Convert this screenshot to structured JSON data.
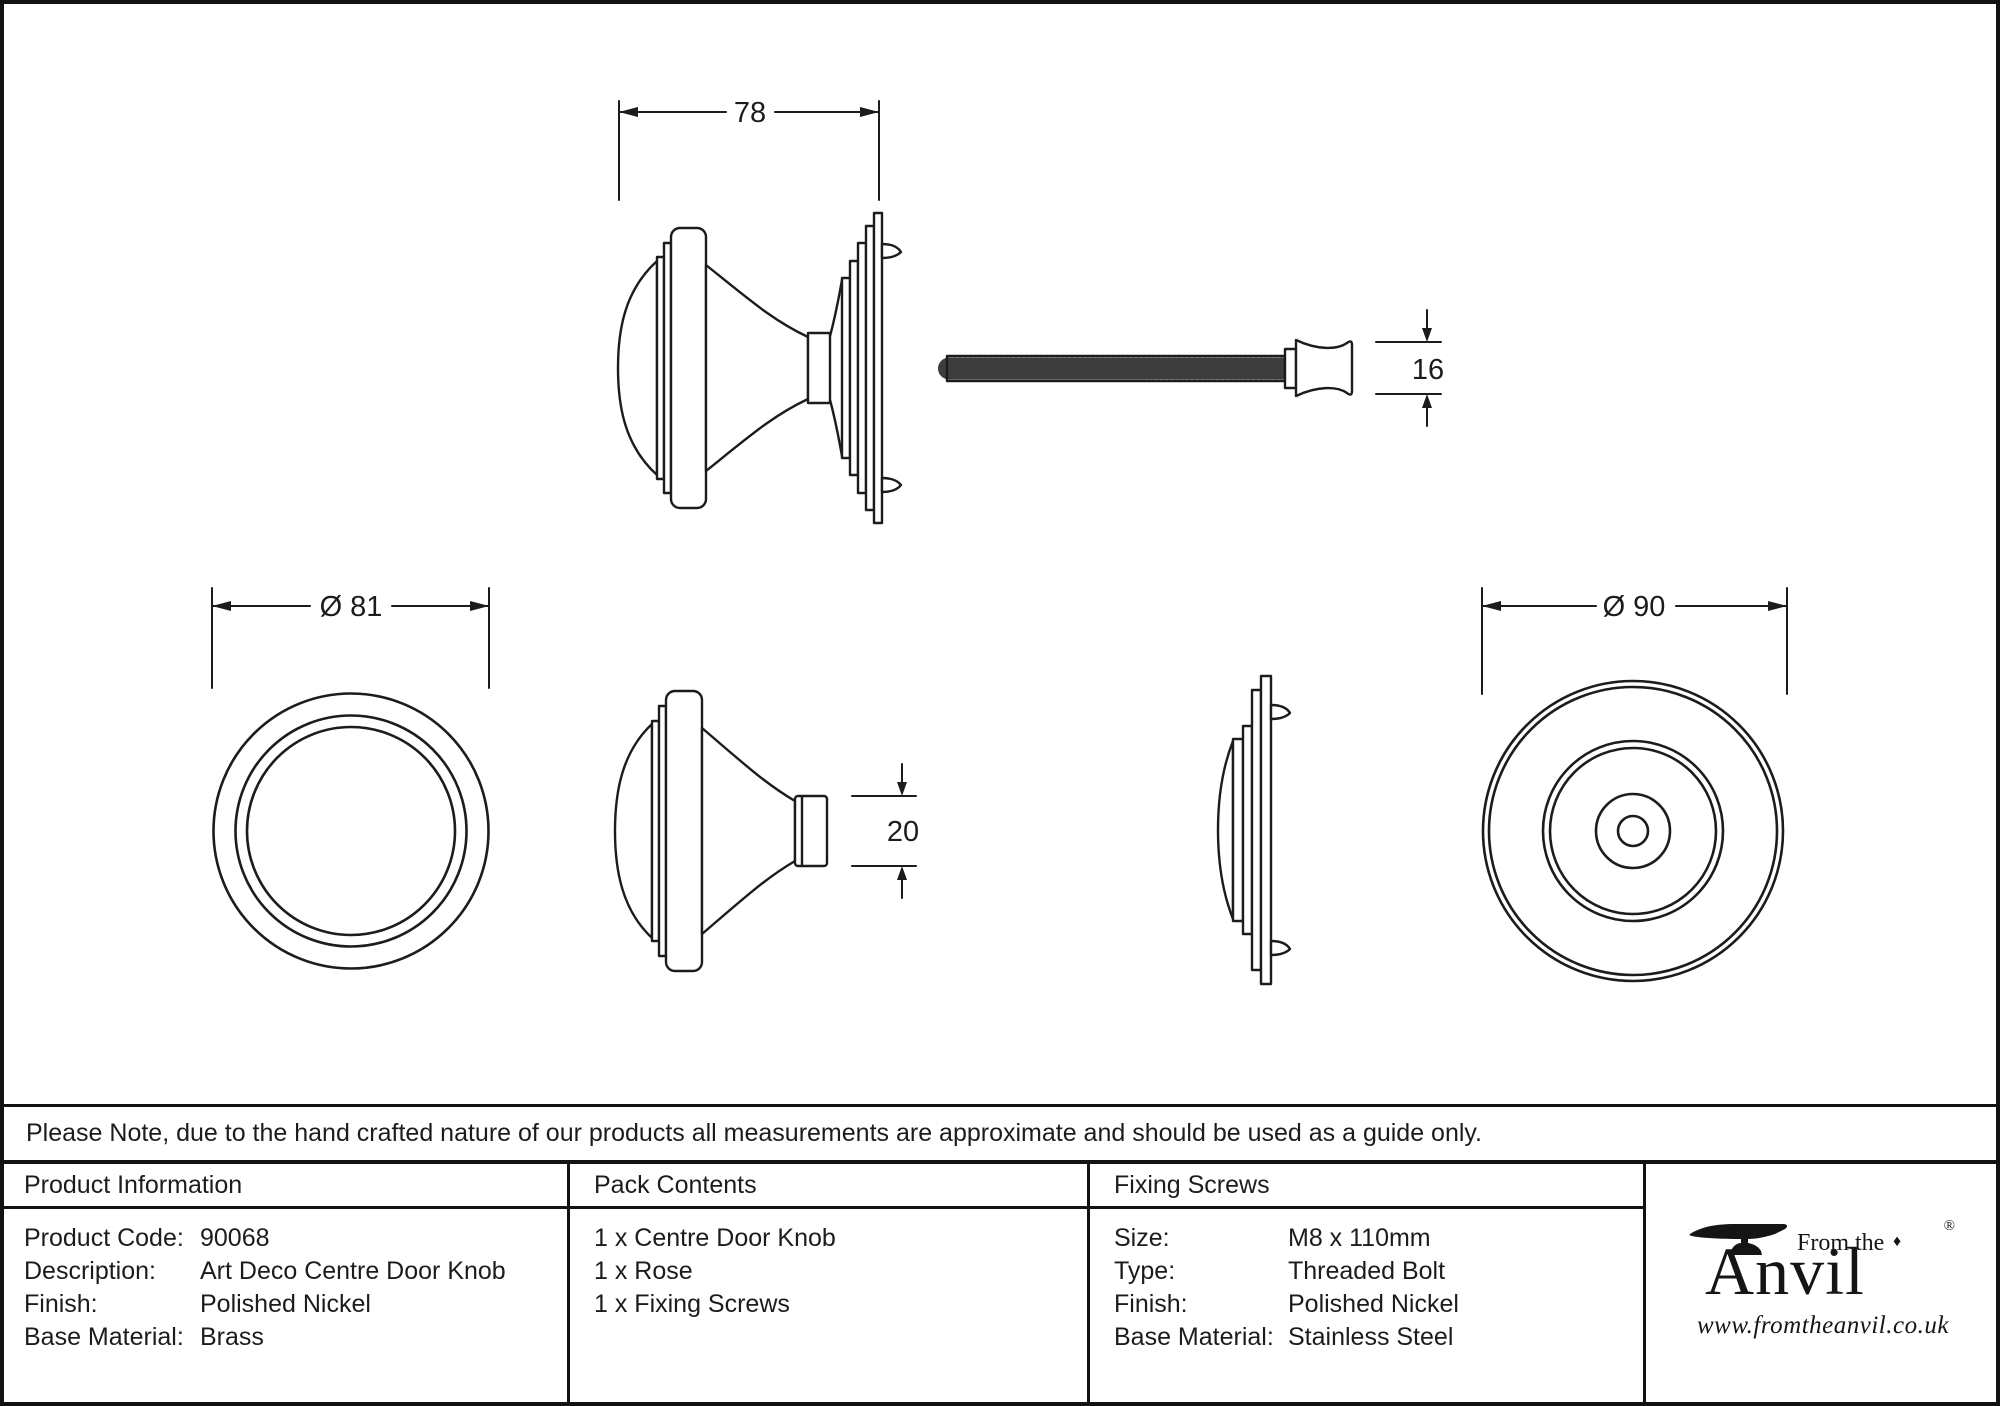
{
  "colors": {
    "ink": "#1c1c1c",
    "border": "#121212"
  },
  "drawing": {
    "dimensions": {
      "assembly_depth": "78",
      "bolt_nut_height": "16",
      "knob_diameter": "Ø 81",
      "neck_height": "20",
      "rose_diameter": "Ø 90"
    }
  },
  "note": "Please Note, due to the hand crafted nature of our products all measurements are approximate and should be used as a guide only.",
  "table": {
    "product_information": {
      "header": "Product Information",
      "rows": [
        {
          "label": "Product Code:",
          "value": "90068"
        },
        {
          "label": "Description:",
          "value": "Art Deco Centre Door Knob"
        },
        {
          "label": "Finish:",
          "value": "Polished Nickel"
        },
        {
          "label": "Base Material:",
          "value": "Brass"
        }
      ]
    },
    "pack_contents": {
      "header": "Pack Contents",
      "items": [
        "1 x Centre Door Knob",
        "1 x Rose",
        "1 x Fixing Screws"
      ]
    },
    "fixing_screws": {
      "header": "Fixing Screws",
      "rows": [
        {
          "label": "Size:",
          "value": "M8 x 110mm"
        },
        {
          "label": "Type:",
          "value": "Threaded Bolt"
        },
        {
          "label": "Finish:",
          "value": "Polished Nickel"
        },
        {
          "label": "Base Material:",
          "value": "Stainless Steel"
        }
      ]
    }
  },
  "logo": {
    "tagline": "From the",
    "diamond": "♦",
    "brand": "Anvil",
    "registered": "®",
    "url": "www.fromtheanvil.co.uk"
  }
}
